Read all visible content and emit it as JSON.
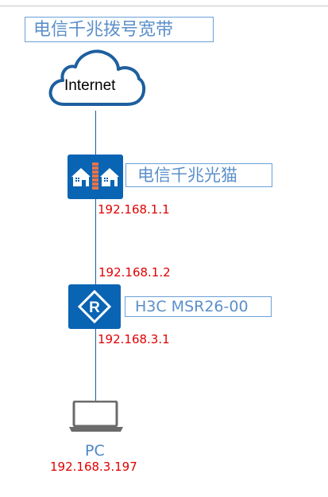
{
  "title": "电信千兆拨号宽带",
  "cloud": {
    "label": "Internet"
  },
  "modem": {
    "label": "电信千兆光猫",
    "ip": "192.168.1.1",
    "icon": "modem-building-icon"
  },
  "router": {
    "label": "H3C MSR26-00",
    "ip_wan": "192.168.1.2",
    "ip_lan": "192.168.3.1",
    "icon": "router-r-icon"
  },
  "pc": {
    "label": "PC",
    "ip": "192.168.3.197",
    "icon": "laptop-icon"
  },
  "colors": {
    "ip_text": "#e00000",
    "label_text": "#5b8fc9",
    "icon_fill": "#0a64b4",
    "link": "#1f5d9c"
  }
}
